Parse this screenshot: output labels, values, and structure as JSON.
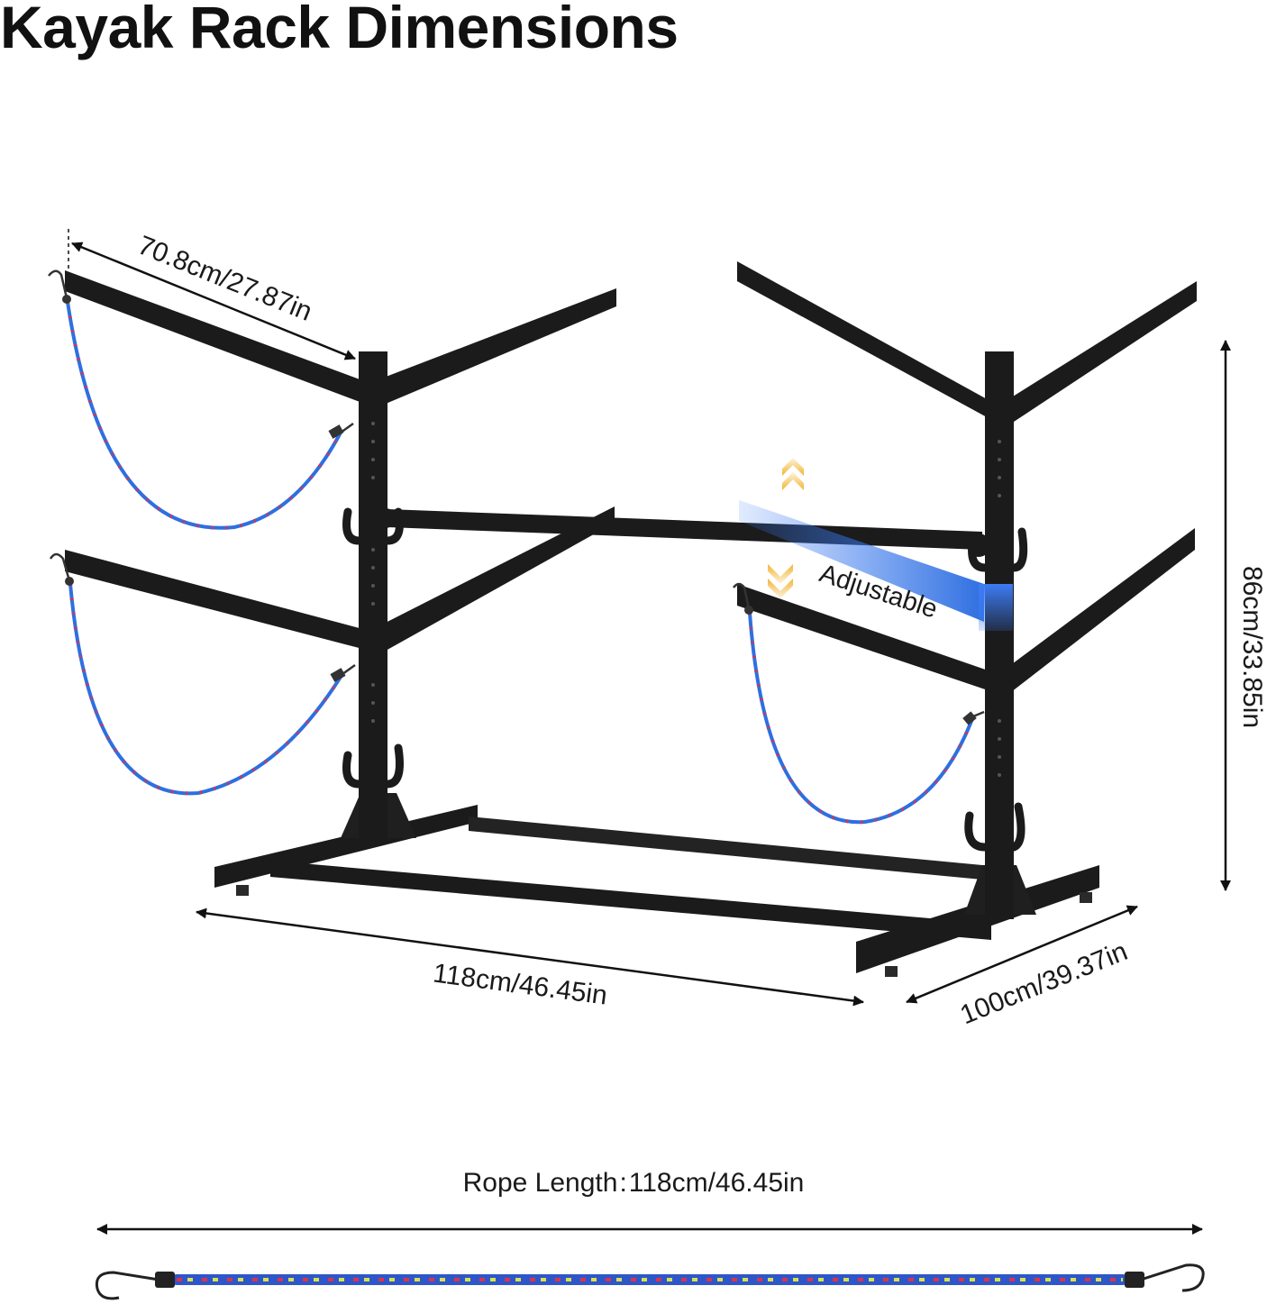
{
  "title": "Kayak Rack Dimensions",
  "dimensions": {
    "arm_length": "70.8cm/27.87in",
    "width": "118cm/46.45in",
    "depth": "100cm/39.37in",
    "height": "86cm/33.85in"
  },
  "adjustable_label": "Adjustable",
  "rope": {
    "label": "Rope Length",
    "separator": ":",
    "value": "118cm/46.45in"
  },
  "colors": {
    "frame": "#1b1b1b",
    "highlight": "#3d7cf5",
    "cord": "#2f6fe0",
    "cord_fleck": "#d8344e",
    "arrow_accent": "#f2b632"
  }
}
